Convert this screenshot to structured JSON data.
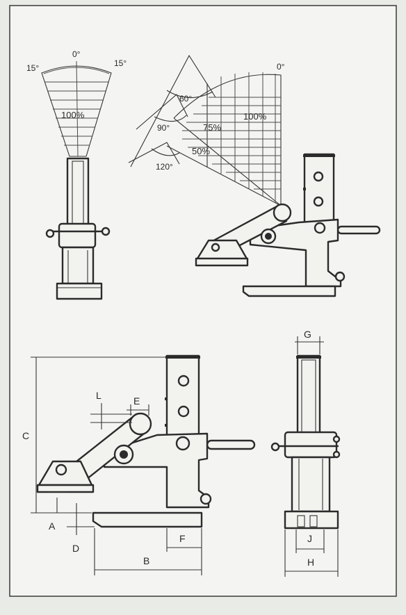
{
  "top_left": {
    "angle_left": "15°",
    "angle_center": "0°",
    "angle_right": "15°",
    "load_percent": "100%"
  },
  "top_right": {
    "angle_zero": "0°",
    "angle_60": "60°",
    "angle_90": "90°",
    "angle_120": "120°",
    "load_100": "100%",
    "load_75": "75%",
    "load_50": "50%"
  },
  "dimensions": {
    "A": "A",
    "B": "B",
    "C": "C",
    "D": "D",
    "E": "E",
    "F": "F",
    "G": "G",
    "H": "H",
    "J": "J",
    "L": "L"
  }
}
